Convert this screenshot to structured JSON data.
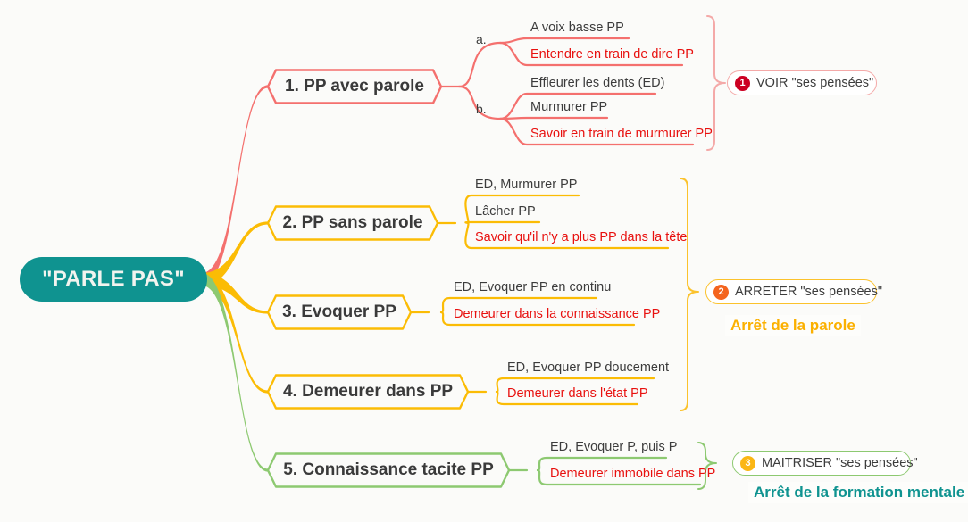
{
  "palette": {
    "background": "#fbfbf9",
    "root_fill": "#0f9390",
    "root_text": "#f2f4ef",
    "red": "#f4706e",
    "red_strong": "#e8110f",
    "gold": "#fbbc05",
    "gold_strong": "#f6a800",
    "green": "#8dc971",
    "teal": "#0f9390",
    "badge1": "#cc0022",
    "badge2": "#f4641e",
    "badge3": "#fbb614",
    "text_dark": "#3c3c3c"
  },
  "root": {
    "label": "\"PARLE PAS\""
  },
  "branches": [
    {
      "id": "branch-1",
      "label": "1. PP avec parole",
      "color": "#f4706e",
      "sublabels": [
        "a.",
        "b."
      ],
      "leaves": [
        {
          "text": "A voix basse PP",
          "red": false
        },
        {
          "text": "Entendre en train de dire PP",
          "red": true
        },
        {
          "text": "Effleurer les dents (ED)",
          "red": false
        },
        {
          "text": "Murmurer PP",
          "red": false
        },
        {
          "text": "Savoir en train de murmurer PP",
          "red": true
        }
      ]
    },
    {
      "id": "branch-2",
      "label": "2. PP sans parole",
      "color": "#fbbc05",
      "sublabels": [],
      "leaves": [
        {
          "text": "ED, Murmurer PP",
          "red": false
        },
        {
          "text": "Lâcher PP",
          "red": false
        },
        {
          "text": "Savoir qu'il n'y a plus PP dans la tête",
          "red": true
        }
      ]
    },
    {
      "id": "branch-3",
      "label": "3. Evoquer PP",
      "color": "#fbbc05",
      "sublabels": [],
      "leaves": [
        {
          "text": "ED, Evoquer PP en continu",
          "red": false
        },
        {
          "text": "Demeurer dans la connaissance PP",
          "red": true
        }
      ]
    },
    {
      "id": "branch-4",
      "label": "4. Demeurer dans PP",
      "color": "#fbbc05",
      "sublabels": [],
      "leaves": [
        {
          "text": "ED, Evoquer PP doucement",
          "red": false
        },
        {
          "text": "Demeurer dans l'état PP",
          "red": true
        }
      ]
    },
    {
      "id": "branch-5",
      "label": "5. Connaissance tacite PP",
      "color": "#8dc971",
      "sublabels": [],
      "leaves": [
        {
          "text": "ED, Evoquer P, puis P",
          "red": false
        },
        {
          "text": "Demeurer immobile dans PP",
          "red": true
        }
      ]
    }
  ],
  "callouts": [
    {
      "id": "callout-voir",
      "number": "1",
      "label": "VOIR \"ses pensées\"",
      "badge_color": "#cc0022",
      "border_color": "#f4a9a8",
      "summary": null,
      "summary_color": null
    },
    {
      "id": "callout-arreter",
      "number": "2",
      "label": "ARRETER \"ses pensées\"",
      "badge_color": "#f4641e",
      "border_color": "#fbc22c",
      "summary": "Arrêt de la parole",
      "summary_color": "#fbb000"
    },
    {
      "id": "callout-maitriser",
      "number": "3",
      "label": "MAITRISER \"ses pensées\"",
      "badge_color": "#fbb614",
      "border_color": "#8dc971",
      "summary": "Arrêt de la formation mentale",
      "summary_color": "#0f9390"
    }
  ]
}
